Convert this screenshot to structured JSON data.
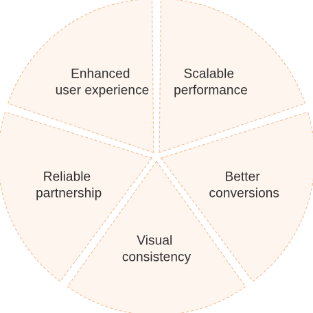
{
  "diagram": {
    "segments": [
      {
        "lines": [
          "Scalable",
          "performance"
        ]
      },
      {
        "lines": [
          "Better",
          "conversions"
        ]
      },
      {
        "lines": [
          "Visual",
          "consistency"
        ]
      },
      {
        "lines": [
          "Reliable",
          "partnership"
        ]
      },
      {
        "lines": [
          "Enhanced",
          "user experience"
        ]
      }
    ],
    "colors": {
      "fill": "#fdf5ee",
      "stroke": "#f4bd96",
      "text": "#2f2f2f"
    }
  }
}
